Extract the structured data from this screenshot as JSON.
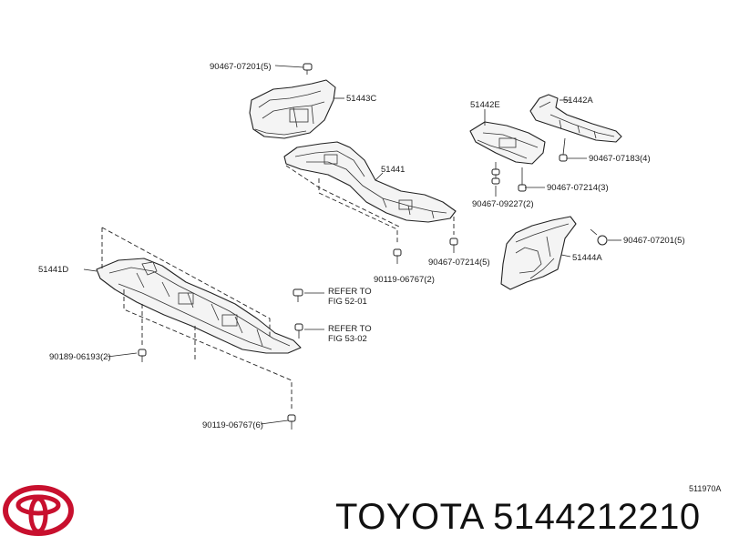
{
  "labels": {
    "fastener_90467_07201_top": "90467-07201(5)",
    "part_51443C": "51443C",
    "part_51442E": "51442E",
    "part_51442A": "51442A",
    "fastener_90467_07183": "90467-07183(4)",
    "part_51441": "51441",
    "fastener_90467_09227": "90467-09227(2)",
    "fastener_90467_07214_3": "90467-07214(3)",
    "fastener_90467_07201_right": "90467-07201(5)",
    "part_51444A": "51444A",
    "part_51441D": "51441D",
    "refer_52_line1": "REFER TO",
    "refer_52_line2": "FIG 52-01",
    "refer_53_line1": "REFER TO",
    "refer_53_line2": "FIG 53-02",
    "fastener_90119_06767_2": "90119-06767(2)",
    "fastener_90467_07214_5": "90467-07214(5)",
    "fastener_90189_06193": "90189-06193(2)",
    "fastener_90119_06767_6": "90119-06767(6)",
    "diagram_code": "511970A"
  },
  "footer": {
    "brand_text": "TOYOTA 5144212210"
  },
  "colors": {
    "line": "#222222",
    "logo_red": "#c8102e",
    "part_fill": "#f4f4f4"
  },
  "icons": {
    "logo": "toyota-logo-icon"
  }
}
